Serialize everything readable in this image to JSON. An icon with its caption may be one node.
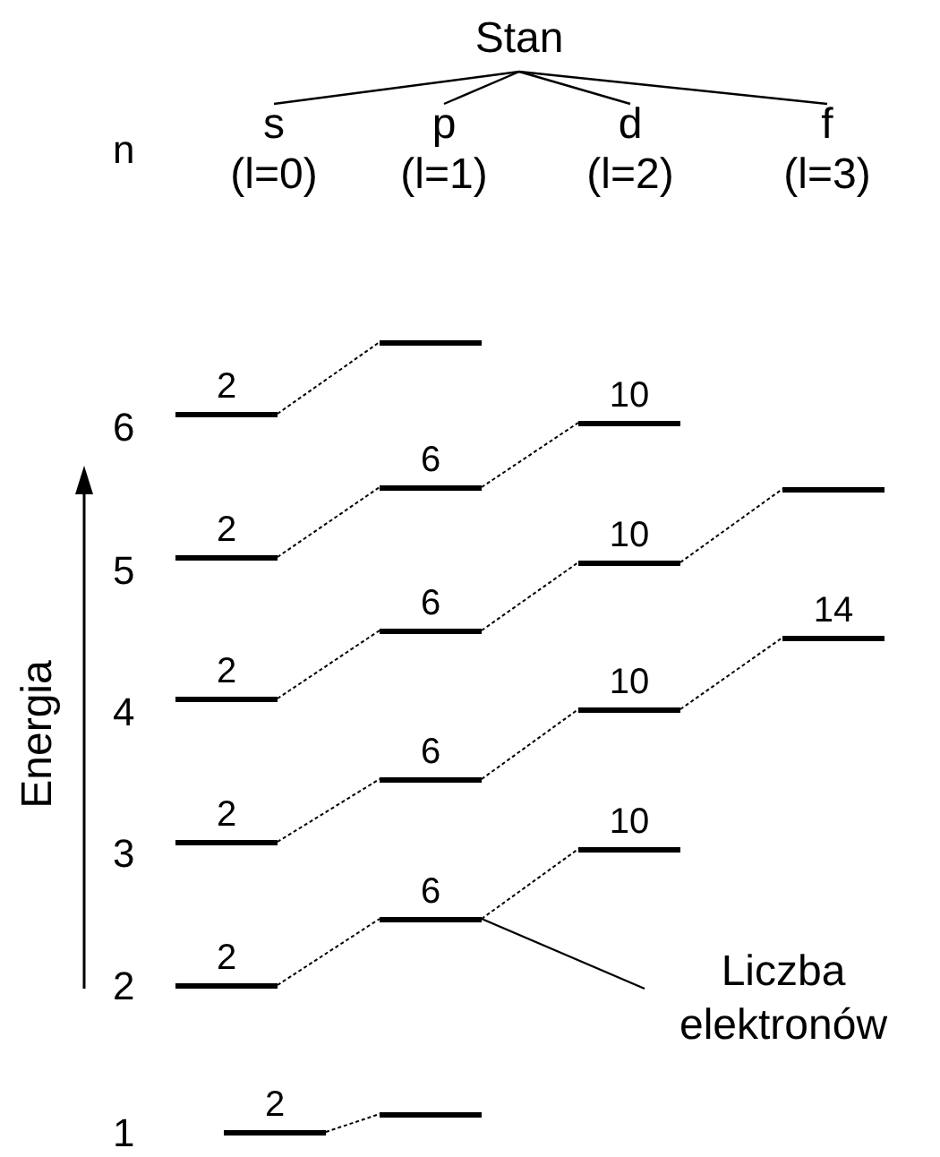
{
  "diagram": {
    "nodes": [
      {
        "text": [
          "Stan"
        ]
      },
      {
        "text": [
          "s",
          "(l=0)"
        ]
      },
      {
        "text": [
          "p",
          "(l=1)"
        ]
      },
      {
        "text": [
          "d",
          "(l=2)"
        ]
      },
      {
        "text": [
          "f",
          "(l=3)"
        ]
      },
      {
        "text": [],
        "shape": "bar"
      },
      {
        "text": [
          "2"
        ]
      },
      {
        "text": [
          "10"
        ]
      },
      {
        "text": [
          "6"
        ]
      },
      {
        "text": [],
        "shape": "bar"
      },
      {
        "text": [
          "2"
        ]
      },
      {
        "text": [
          "10"
        ]
      },
      {
        "text": [
          "6"
        ]
      },
      {
        "text": [
          "14"
        ]
      },
      {
        "text": [
          "2"
        ]
      },
      {
        "text": [
          "10"
        ]
      },
      {
        "text": [
          "6"
        ]
      },
      {
        "text": [
          "2"
        ]
      },
      {
        "text": [
          "10"
        ]
      },
      {
        "text": [
          "6"
        ]
      },
      {
        "text": [
          "2"
        ]
      },
      {
        "text": [],
        "shape": "bar"
      },
      {
        "text": [
          "2"
        ]
      },
      {
        "text": [
          "Liczba elektronów"
        ]
      }
    ],
    "edges": [
      {
        "from": 0,
        "to": 1,
        "arrow": "none"
      },
      {
        "from": 0,
        "to": 2,
        "arrow": "none"
      },
      {
        "from": 0,
        "to": 3,
        "arrow": "none"
      },
      {
        "from": 0,
        "to": 4,
        "arrow": "none"
      },
      {
        "from": 22,
        "to": 21,
        "arrow": "none",
        "style": "dashed"
      },
      {
        "from": 20,
        "to": 19,
        "arrow": "none",
        "style": "dashed"
      },
      {
        "from": 19,
        "to": 18,
        "arrow": "none",
        "style": "dashed"
      },
      {
        "from": 17,
        "to": 16,
        "arrow": "none",
        "style": "dashed"
      },
      {
        "from": 16,
        "to": 15,
        "arrow": "none",
        "style": "dashed"
      },
      {
        "from": 15,
        "to": 13,
        "arrow": "none",
        "style": "dashed"
      },
      {
        "from": 14,
        "to": 12,
        "arrow": "none",
        "style": "dashed"
      },
      {
        "from": 12,
        "to": 11,
        "arrow": "none",
        "style": "dashed"
      },
      {
        "from": 11,
        "to": 9,
        "arrow": "none",
        "style": "dashed"
      },
      {
        "from": 10,
        "to": 8,
        "arrow": "none",
        "style": "dashed"
      },
      {
        "from": 8,
        "to": 7,
        "arrow": "none",
        "style": "dashed"
      },
      {
        "from": 6,
        "to": 5,
        "arrow": "none",
        "style": "dashed"
      },
      {
        "from": 23,
        "to": 19,
        "arrow": "none"
      }
    ],
    "labels": [
      "n",
      "6",
      "5",
      "4",
      "3",
      "2",
      "1",
      "Energia"
    ]
  }
}
